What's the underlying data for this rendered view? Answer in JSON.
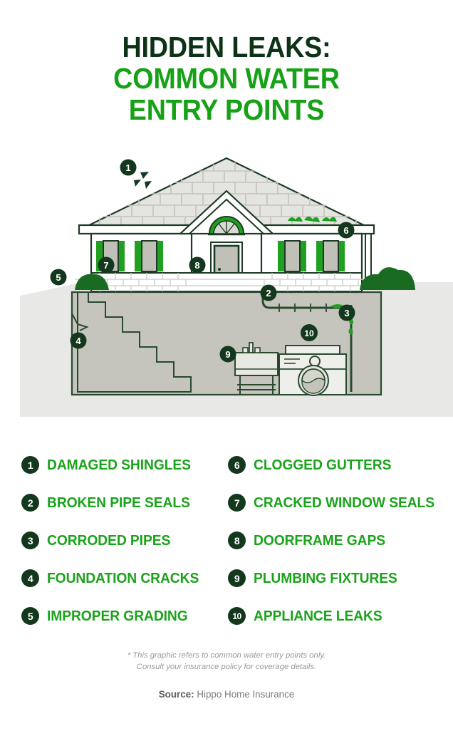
{
  "title": {
    "line1": "HIDDEN LEAKS:",
    "line2": "COMMON WATER",
    "line3": "ENTRY POINTS"
  },
  "colors": {
    "dark_green": "#14381e",
    "title_dark_green": "#0d3317",
    "bright_green": "#1ba31b",
    "illustration_green": "#20a020",
    "roof_gray": "#e4e4e0",
    "ground_gray": "#e8e8e6",
    "basement_gray": "#c5c5bd",
    "page_background": "#ffffff",
    "bush_green": "#186b21"
  },
  "legend": {
    "left_column": [
      {
        "number": "1",
        "label": "DAMAGED SHINGLES"
      },
      {
        "number": "2",
        "label": "BROKEN PIPE SEALS"
      },
      {
        "number": "3",
        "label": "CORRODED PIPES"
      },
      {
        "number": "4",
        "label": "FOUNDATION CRACKS"
      },
      {
        "number": "5",
        "label": "IMPROPER GRADING"
      }
    ],
    "right_column": [
      {
        "number": "6",
        "label": "CLOGGED GUTTERS"
      },
      {
        "number": "7",
        "label": "CRACKED WINDOW SEALS"
      },
      {
        "number": "8",
        "label": "DOORFRAME GAPS"
      },
      {
        "number": "9",
        "label": "PLUMBING FIXTURES"
      },
      {
        "number": "10",
        "label": "APPLIANCE LEAKS"
      }
    ]
  },
  "illustration": {
    "markers": [
      {
        "number": "1",
        "points_to": "damaged-shingles-on-roof"
      },
      {
        "number": "2",
        "points_to": "broken-pipe-seal-at-foundation"
      },
      {
        "number": "3",
        "points_to": "corroded-vertical-pipe"
      },
      {
        "number": "4",
        "points_to": "foundation-crack"
      },
      {
        "number": "5",
        "points_to": "improper-grading-slope"
      },
      {
        "number": "6",
        "points_to": "clogged-gutter"
      },
      {
        "number": "7",
        "points_to": "cracked-window-seal"
      },
      {
        "number": "8",
        "points_to": "doorframe-gap"
      },
      {
        "number": "9",
        "points_to": "basement-sink-plumbing-fixture"
      },
      {
        "number": "10",
        "points_to": "washing-machine-appliance"
      }
    ]
  },
  "footer": {
    "disclaimer_line1": "* This graphic refers to common water entry points only.",
    "disclaimer_line2": "Consult your insurance policy for coverage details.",
    "source_label": "Source:",
    "source_value": "Hippo Home Insurance"
  }
}
